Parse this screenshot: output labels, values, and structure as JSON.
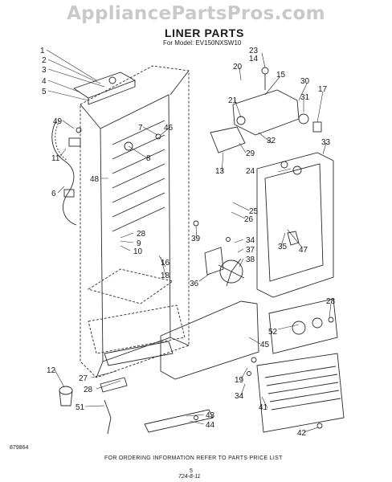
{
  "watermark": "AppliancePartsPros.com",
  "header": {
    "title": "LINER PARTS",
    "model_line": "For Model: EV150NXSW10"
  },
  "footer": {
    "instruction": "FOR ORDERING INFORMATION REFER TO PARTS PRICE LIST",
    "doc_number": "879864",
    "page_number": "5",
    "date_code": "724-8-11"
  },
  "callouts": [
    "1",
    "2",
    "3",
    "4",
    "5",
    "49",
    "11",
    "6",
    "7",
    "46",
    "8",
    "48",
    "28",
    "9",
    "10",
    "16",
    "18",
    "12",
    "27",
    "28",
    "51",
    "23",
    "14",
    "20",
    "15",
    "30",
    "17",
    "21",
    "31",
    "32",
    "29",
    "13",
    "24",
    "33",
    "25",
    "26",
    "39",
    "34",
    "37",
    "38",
    "36",
    "35",
    "47",
    "28",
    "45",
    "52",
    "19",
    "34",
    "41",
    "43",
    "44",
    "42"
  ]
}
